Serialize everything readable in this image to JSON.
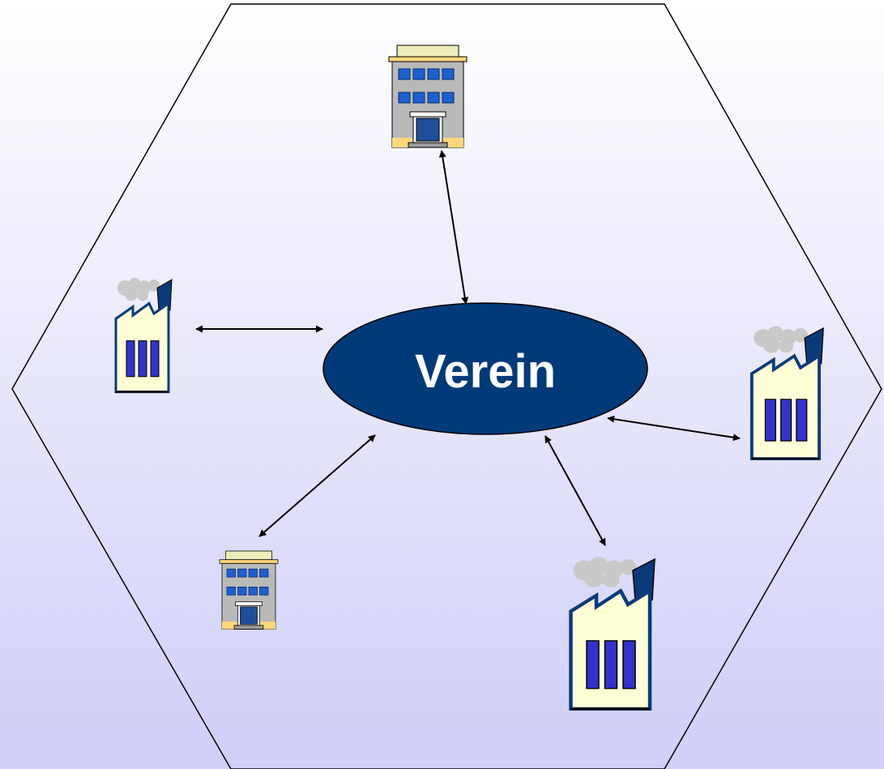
{
  "diagram": {
    "center": {
      "label": "Verein"
    },
    "nodes": [
      {
        "id": "office-top",
        "icon": "office-building-icon"
      },
      {
        "id": "factory-left",
        "icon": "factory-icon"
      },
      {
        "id": "factory-right",
        "icon": "factory-icon"
      },
      {
        "id": "office-bottom-left",
        "icon": "office-building-icon"
      },
      {
        "id": "factory-bottom-right",
        "icon": "factory-icon"
      }
    ],
    "connections": [
      {
        "from": "center",
        "to": "office-top",
        "arrows": "both"
      },
      {
        "from": "center",
        "to": "factory-left",
        "arrows": "both"
      },
      {
        "from": "center",
        "to": "factory-right",
        "arrows": "both"
      },
      {
        "from": "center",
        "to": "office-bottom-left",
        "arrows": "both"
      },
      {
        "from": "center",
        "to": "factory-bottom-right",
        "arrows": "both"
      }
    ]
  },
  "colors": {
    "background_top": "#ffffff",
    "background_bottom": "#cfcff9",
    "ellipse_fill": "#003a78",
    "ellipse_text": "#ffffff",
    "outline": "#000000",
    "factory_body": "#ffffd6",
    "factory_roof": "#0a3a7a",
    "factory_window": "#3333cc",
    "smoke": "#c8c8c8",
    "office_body": "#b9b9b9",
    "office_window": "#1f5fd0",
    "office_trim": "#ffd77a"
  }
}
